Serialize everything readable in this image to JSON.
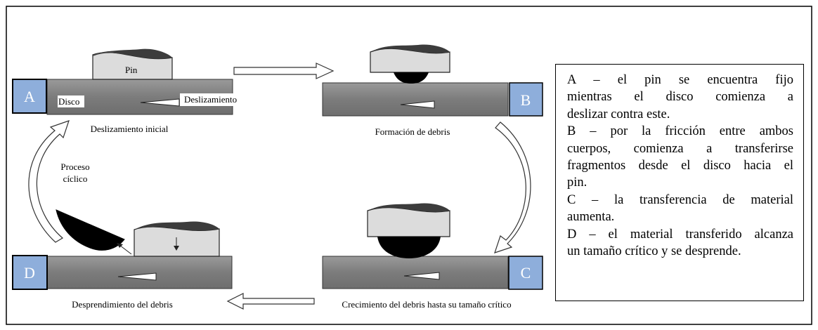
{
  "stages": {
    "a": {
      "letter": "A",
      "caption": "Deslizamiento inicial",
      "pin_label": "Pin",
      "disk_label": "Disco",
      "slide_label": "Deslizamiento"
    },
    "b": {
      "letter": "B",
      "caption": "Formación de debris"
    },
    "c": {
      "letter": "C",
      "caption": "Crecimiento del debris hasta su tamaño crítico"
    },
    "d": {
      "letter": "D",
      "caption": "Desprendimiento del debris"
    }
  },
  "cycle_label": {
    "line1": "Proceso",
    "line2": "cíclico"
  },
  "colors": {
    "letter_box": "#8eaedb",
    "disk": "#808080",
    "pin": "#e0e0e0",
    "debris": "#000000"
  },
  "legend": {
    "lines": [
      "A – el pin se encuentra fijo",
      "mientras el disco comienza a",
      "deslizar contra este.",
      "B – por la fricción entre ambos",
      "cuerpos, comienza a transferirse",
      "fragmentos desde el disco hacia el",
      "pin.",
      "C – la transferencia de material",
      "aumenta.",
      "D – el material transferido alcanza",
      "un tamaño crítico y se desprende."
    ]
  }
}
